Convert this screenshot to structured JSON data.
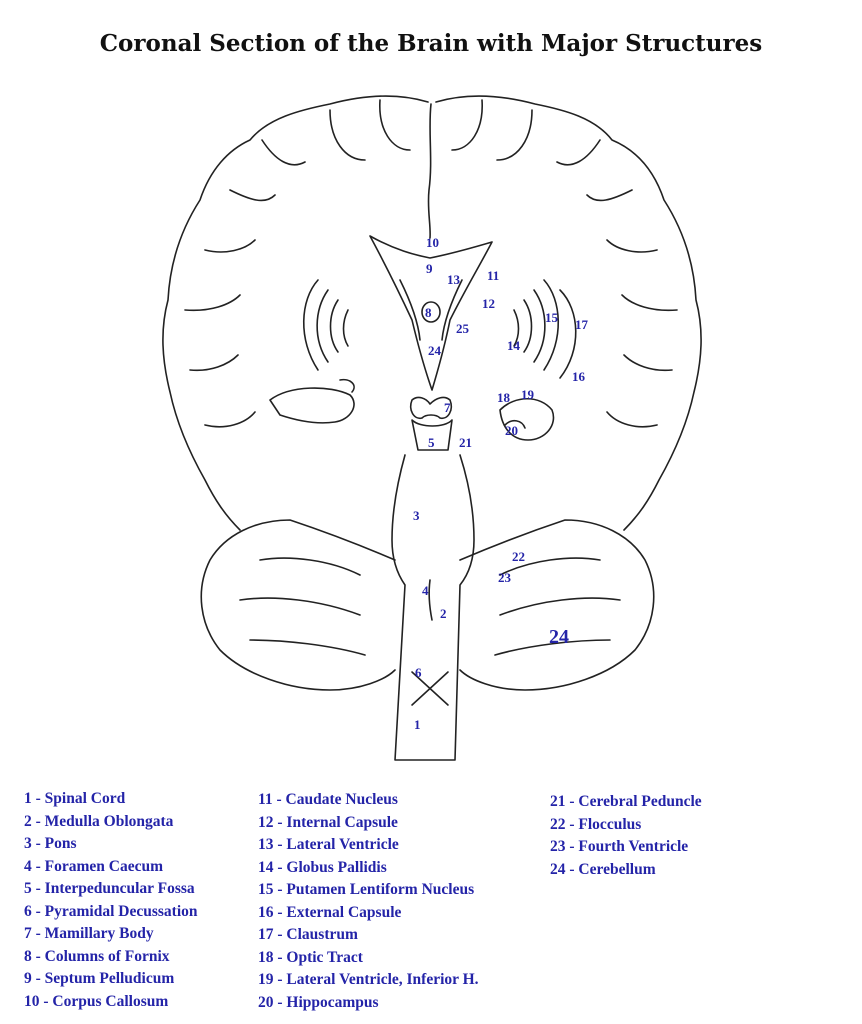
{
  "title": "Coronal Section of the Brain with Major Structures",
  "colors": {
    "label": "#2424a8",
    "outline": "#222222",
    "background": "#ffffff"
  },
  "labels": {
    "n1": "1",
    "n2": "2",
    "n3": "3",
    "n4": "4",
    "n5": "5",
    "n6": "6",
    "n7": "7",
    "n8": "8",
    "n9": "9",
    "n10": "10",
    "n11": "11",
    "n12": "12",
    "n13": "13",
    "n14": "14",
    "n15": "15",
    "n16": "16",
    "n17": "17",
    "n18": "18",
    "n19": "19",
    "n20": "20",
    "n21": "21",
    "n22": "22",
    "n23": "23",
    "n24": "24",
    "n24b": "24",
    "n25": "25"
  },
  "legend": {
    "col1": [
      "1 - Spinal Cord",
      "2 - Medulla Oblongata",
      "3 - Pons",
      "4 - Foramen Caecum",
      "5 - Interpeduncular Fossa",
      "6 - Pyramidal Decussation",
      "7 - Mamillary Body",
      "8 - Columns of Fornix",
      "9 - Septum Pelludicum",
      "10 - Corpus Callosum"
    ],
    "col2": [
      "11 - Caudate Nucleus",
      "12 - Internal Capsule",
      "13 - Lateral Ventricle",
      "14 - Globus Pallidis",
      "15 - Putamen Lentiform Nucleus",
      "16 - External Capsule",
      "17 - Claustrum",
      "18 - Optic Tract",
      "19 - Lateral Ventricle, Inferior H.",
      "20 - Hippocampus"
    ],
    "col3": [
      "21 - Cerebral Peduncle",
      "22 - Flocculus",
      "23 - Fourth Ventricle",
      "24 - Cerebellum"
    ]
  }
}
